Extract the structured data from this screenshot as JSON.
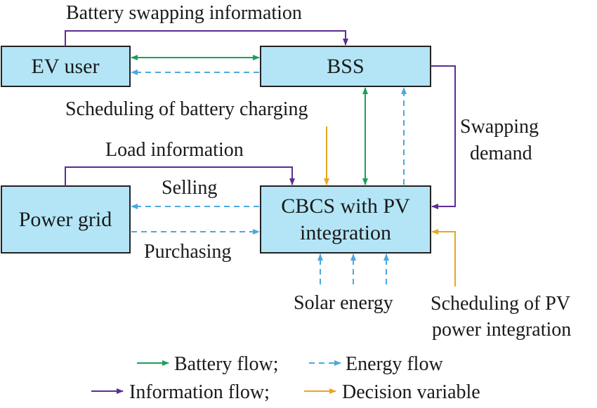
{
  "nodes": {
    "ev_user": "EV user",
    "bss": "BSS",
    "power_grid": "Power grid",
    "cbcs_line1": "CBCS with PV",
    "cbcs_line2": "integration"
  },
  "edge_labels": {
    "battery_swapping_information": "Battery swapping information",
    "scheduling_of_battery_charging": "Scheduling of battery charging",
    "swapping_demand_line1": "Swapping",
    "swapping_demand_line2": "demand",
    "load_information": "Load information",
    "selling": "Selling",
    "purchasing": "Purchasing",
    "solar_energy": "Solar energy",
    "scheduling_pv_line1": "Scheduling of PV",
    "scheduling_pv_line2": "power integration"
  },
  "legend": {
    "battery_flow": "Battery flow;",
    "energy_flow": "Energy flow",
    "information_flow": "Information flow;",
    "decision_variable": "Decision variable"
  },
  "colors": {
    "battery_flow": "#1aa05a",
    "energy_flow": "#4aa8e0",
    "information_flow": "#5b2d91",
    "decision_variable": "#e8a820",
    "box_fill": "#b3e5f6"
  }
}
